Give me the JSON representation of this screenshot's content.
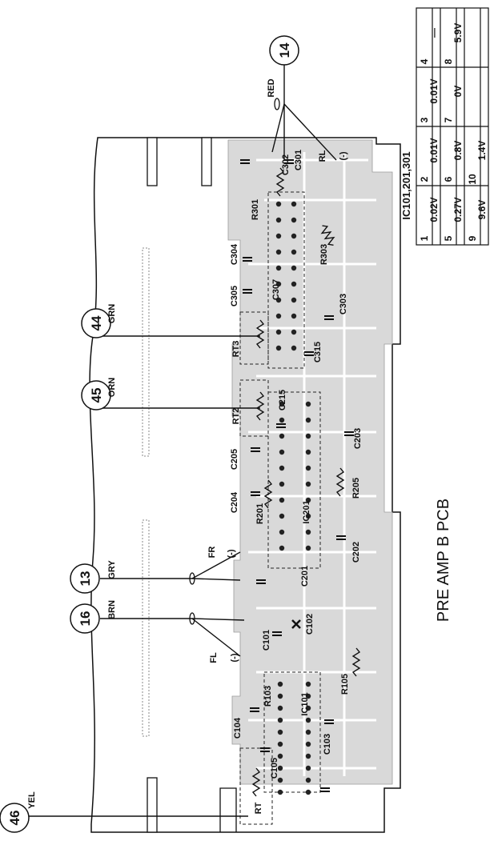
{
  "title": "PRE AMP B PCB",
  "ic_table": {
    "heading": "IC101,201,301",
    "rows": [
      {
        "pin": "1",
        "voltage": "0.02V"
      },
      {
        "pin": "2",
        "voltage": "0.01V"
      },
      {
        "pin": "3",
        "voltage": "0.01V"
      },
      {
        "pin": "4",
        "voltage": "—"
      },
      {
        "pin": "5",
        "voltage": "0.27V"
      },
      {
        "pin": "6",
        "voltage": "0.8V"
      },
      {
        "pin": "7",
        "voltage": "0V"
      },
      {
        "pin": "8",
        "voltage": "5.9V"
      },
      {
        "pin": "9",
        "voltage": "9.6V"
      },
      {
        "pin": "10",
        "voltage": "1.4V"
      },
      {
        "pin": "",
        "voltage": ""
      },
      {
        "pin": "",
        "voltage": ""
      }
    ]
  },
  "connectors": [
    {
      "number": "14",
      "color": "RED"
    },
    {
      "number": "44",
      "color": "GRN"
    },
    {
      "number": "45",
      "color": "ORN"
    },
    {
      "number": "13",
      "color": "GRY"
    },
    {
      "number": "16",
      "color": "BRN"
    },
    {
      "number": "46",
      "color": "YEL"
    }
  ],
  "components": {
    "c302": "C302",
    "c301": "C301",
    "rl": "RL",
    "rl_minus": "(-)",
    "r301": "R301",
    "c304": "C304",
    "r303": "R303",
    "c305": "C305",
    "c307": "C307",
    "c303": "C303",
    "c315": "C315",
    "rt3": "RT3",
    "rt2": "RT2",
    "c215": "C215",
    "c205": "C205",
    "c203": "C203",
    "r205": "R205",
    "c204": "C204",
    "r201": "R201",
    "ic201": "IC201",
    "c202": "C202",
    "fr": "FR",
    "fr_minus": "(-)",
    "c201": "C201",
    "c102": "C102",
    "c101": "C101",
    "fl": "FL",
    "fl_minus": "(-)",
    "r105": "R105",
    "ic101": "IC101",
    "c104": "C104",
    "c103": "C103",
    "r103": "R103",
    "c105": "C105",
    "rt": "RT"
  }
}
